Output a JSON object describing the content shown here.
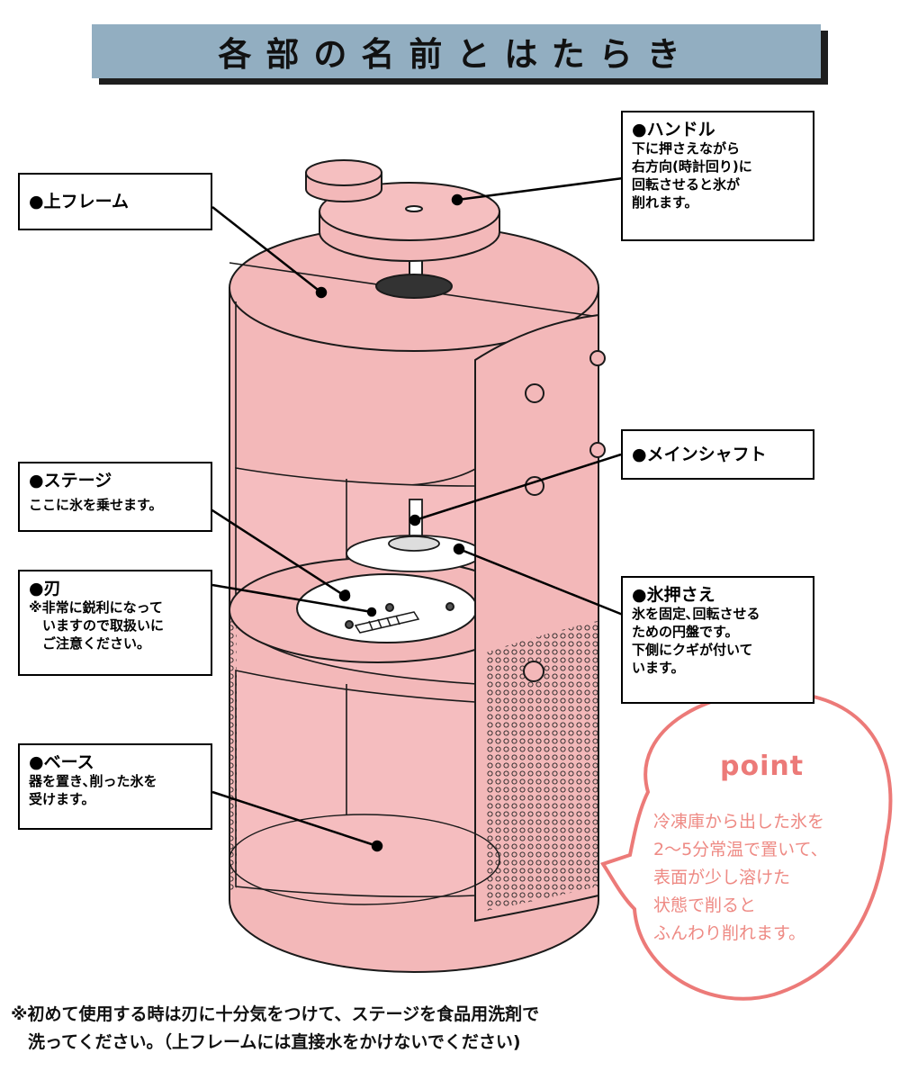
{
  "title": "各部の名前とはたらき",
  "callouts": {
    "upper_frame": {
      "heading": "●上フレーム"
    },
    "handle": {
      "heading": "●ハンドル",
      "body": "下に押さえながら\n右方向(時計回り)に\n回転させると氷が\n削れます。"
    },
    "main_shaft": {
      "heading": "●メインシャフト"
    },
    "stage": {
      "heading": "●ステージ",
      "body": "ここに氷を乗せます。"
    },
    "blade": {
      "heading": "●刃",
      "body": "※非常に鋭利になって\n　いますので取扱いに\n　ご注意ください。"
    },
    "ice_presser": {
      "heading": "●氷押さえ",
      "body": "氷を固定､回転させる\nための円盤です。\n下側にクギが付いて\nいます。"
    },
    "base": {
      "heading": "●ベース",
      "body": "器を置き､削った氷を\n受けます。"
    }
  },
  "point": {
    "title": "point",
    "body": "冷凍庫から出した氷を\n2〜5分常温で置いて、\n表面が少し溶けた\n状態で削ると\nふんわり削れます。"
  },
  "footnote": "※初めて使用する時は刃に十分気をつけて、ステージを食品用洗剤で\n　洗ってください。（上フレームには直接水をかけないでください)",
  "colors": {
    "title_bar": "#92aec1",
    "body_pink": "#f3b8b9",
    "point_accent": "#ec7a78",
    "outline": "#1a1a1a"
  }
}
